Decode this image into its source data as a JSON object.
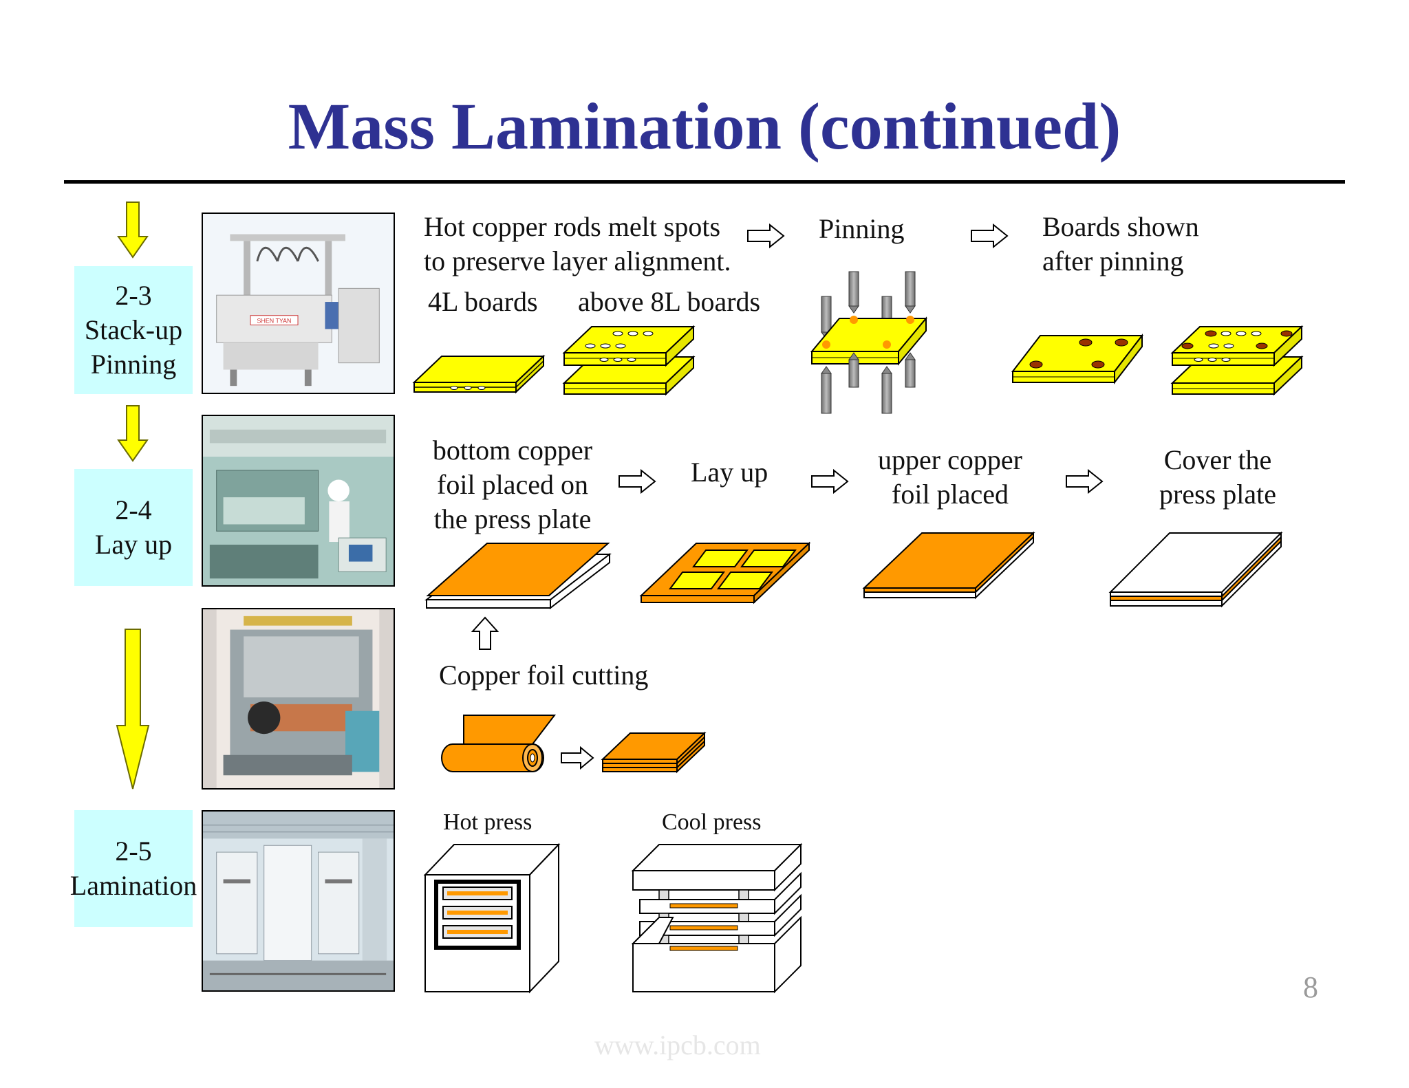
{
  "title": "Mass Lamination (continued)",
  "steps": [
    {
      "num": "2-3",
      "name_line1": "Stack-up",
      "name_line2": "Pinning"
    },
    {
      "num": "2-4",
      "name_line1": "Lay up"
    },
    {
      "num": "2-5",
      "name_line1": "Lamination"
    }
  ],
  "pinning_row": {
    "desc_line1": "Hot copper rods melt spots",
    "desc_line2": "to preserve layer alignment.",
    "board_4l": "4L boards",
    "board_8l": "above 8L boards",
    "pinning": "Pinning",
    "after_line1": "Boards shown",
    "after_line2": "after pinning"
  },
  "layup_row": {
    "bottom_line1": "bottom copper",
    "bottom_line2": "foil placed on",
    "bottom_line3": "the press plate",
    "layup": "Lay up",
    "upper_line1": "upper copper",
    "upper_line2": "foil placed",
    "cover_line1": "Cover the",
    "cover_line2": "press plate",
    "foil_cutting": "Copper foil cutting"
  },
  "lamination_row": {
    "hot_press": "Hot press",
    "cool_press": "Cool press"
  },
  "photo_machine_label": "SHEN TYAN",
  "page_number": "8",
  "watermark": "www.ipcb.com",
  "colors": {
    "title": "#2e3192",
    "step_bg": "#ccffff",
    "board_yellow": "#ffff00",
    "copper_orange": "#ff9900",
    "flow_arrow_yellow": "#ffff00",
    "pin_dot": "#993300"
  },
  "icons": [
    "down-arrow-icon",
    "right-arrow-icon",
    "up-arrow-icon"
  ]
}
